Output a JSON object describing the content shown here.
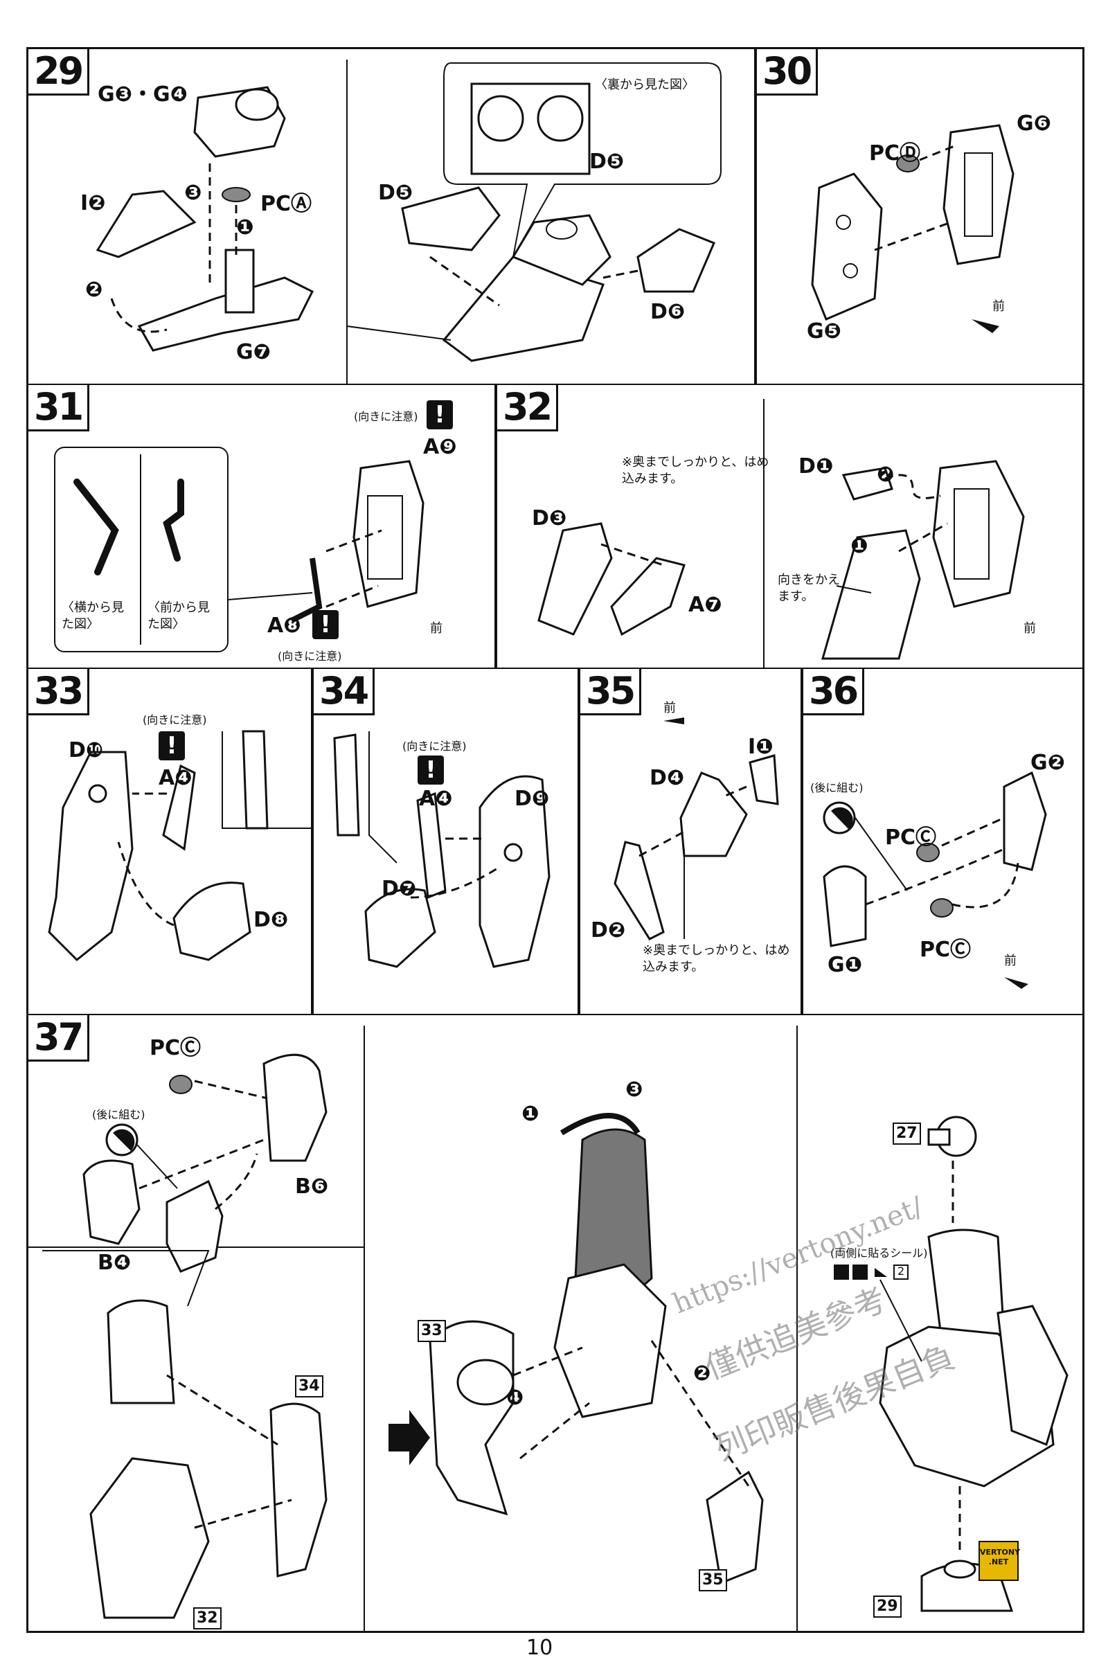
{
  "page_number": "10",
  "watermark": {
    "line1": "https://vertony.net/",
    "line2": "僅供追美參考",
    "line3": "列印販售後果自負",
    "badge": "VERTONY .NET"
  },
  "steps": {
    "s29": {
      "number": "29",
      "parts": [
        "G❸・G❹",
        "I❷",
        "PCⒶ",
        "G❼",
        "D❺",
        "D❺",
        "D❻"
      ],
      "order": [
        "❶",
        "❷",
        "❸"
      ],
      "inset_note": "〈裏から見た図〉"
    },
    "s30": {
      "number": "30",
      "parts": [
        "PCⒹ",
        "G❻",
        "G❺"
      ],
      "front": "前"
    },
    "s31": {
      "number": "31",
      "parts": [
        "A❾",
        "A❽"
      ],
      "caution": "(向きに注意)",
      "inset_side": "〈横から見た図〉",
      "inset_front": "〈前から見た図〉",
      "front": "前"
    },
    "s32": {
      "number": "32",
      "parts": [
        "D❸",
        "A❼",
        "D❶"
      ],
      "order": [
        "❶",
        "❷"
      ],
      "note_insert": "※奥までしっかりと、はめ込みます。",
      "note_turn": "向きをかえます。",
      "front": "前"
    },
    "s33": {
      "number": "33",
      "parts": [
        "D❿",
        "A❹",
        "D❽"
      ],
      "caution": "(向きに注意)"
    },
    "s34": {
      "number": "34",
      "parts": [
        "A❹",
        "D❾",
        "D❼"
      ],
      "caution": "(向きに注意)"
    },
    "s35": {
      "number": "35",
      "parts": [
        "I❶",
        "D❹",
        "D❷"
      ],
      "front": "前",
      "note_insert": "※奥までしっかりと、はめ込みます。"
    },
    "s36": {
      "number": "36",
      "parts": [
        "G❷",
        "PCⒸ",
        "PCⒸ",
        "G❶"
      ],
      "note": "(後に組む)",
      "front": "前"
    },
    "s37": {
      "number": "37",
      "parts": [
        "PCⒸ",
        "B❻",
        "B❹"
      ],
      "note": "(後に組む)",
      "refs": [
        "34",
        "32",
        "33",
        "35",
        "27",
        "29"
      ],
      "order": [
        "❶",
        "❷",
        "❸",
        "❹"
      ],
      "sticker_note": "(両側に貼るシール)",
      "sticker_qty": "2"
    }
  }
}
